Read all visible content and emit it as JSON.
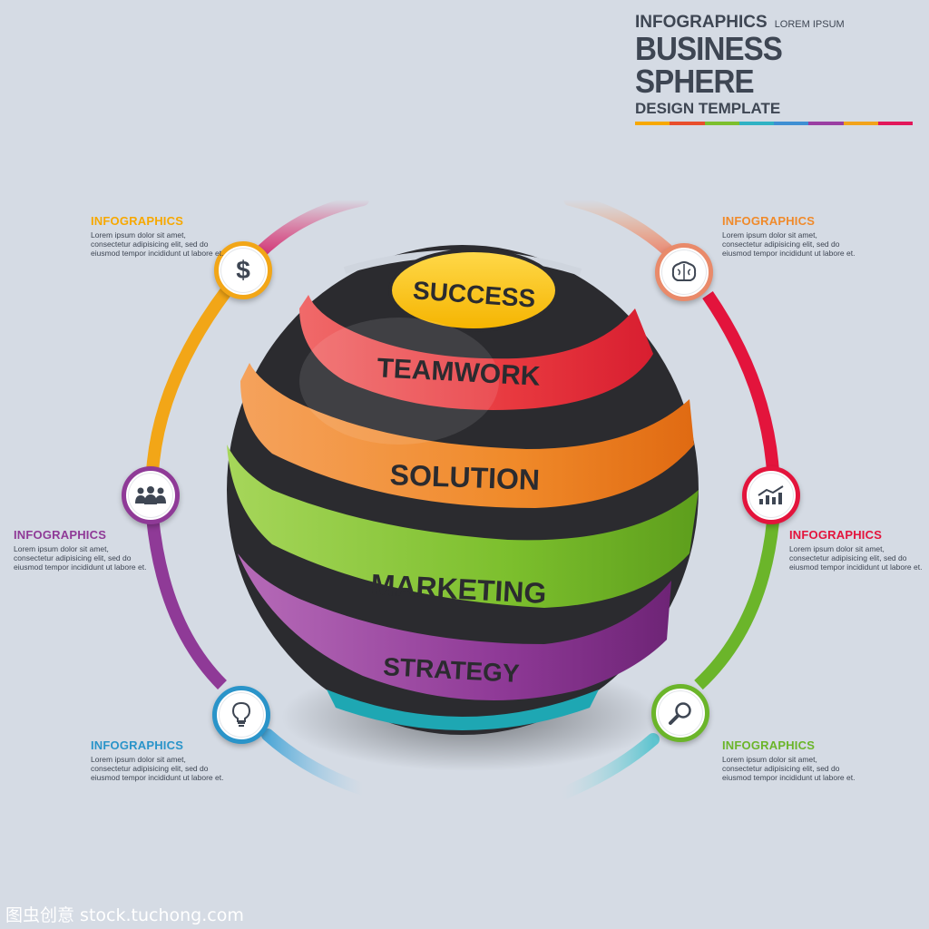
{
  "header": {
    "kicker": "INFOGRAPHICS",
    "kicker_note": "LOREM IPSUM",
    "title": "BUSINESS SPHERE",
    "subtitle": "DESIGN TEMPLATE",
    "bar_colors": [
      "#f7a800",
      "#e94e2b",
      "#7cbf2d",
      "#2fb2c4",
      "#3e8fd3",
      "#9a3ea2",
      "#f2a31b",
      "#e2175a"
    ]
  },
  "sphere_bands": [
    "SUCCESS",
    "TEAMWORK",
    "SOLUTION",
    "MARKETING",
    "STRATEGY"
  ],
  "blocks": [
    {
      "title": "INFOGRAPHICS",
      "text": "Lorem ipsum dolor sit amet, consectetur adipisicing elit, sed do eiusmod tempor incididunt ut labore et.",
      "color": "#f7a800"
    },
    {
      "title": "INFOGRAPHICS",
      "text": "Lorem ipsum dolor sit amet, consectetur adipisicing elit, sed do eiusmod tempor incididunt ut labore et.",
      "color": "#f08a2a"
    },
    {
      "title": "INFOGRAPHICS",
      "text": "Lorem ipsum dolor sit amet, consectetur adipisicing elit, sed do eiusmod tempor incididunt ut labore et.",
      "color": "#8f3a97"
    },
    {
      "title": "INFOGRAPHICS",
      "text": "Lorem ipsum dolor sit amet, consectetur adipisicing elit, sed do eiusmod tempor incididunt ut labore et.",
      "color": "#e3143c"
    },
    {
      "title": "INFOGRAPHICS",
      "text": "Lorem ipsum dolor sit amet, consectetur adipisicing elit, sed do eiusmod tempor incididunt ut labore et.",
      "color": "#2a94c9"
    },
    {
      "title": "INFOGRAPHICS",
      "text": "Lorem ipsum dolor sit amet, consectetur adipisicing elit, sed do eiusmod tempor incididunt ut labore et.",
      "color": "#6bb52a"
    }
  ],
  "icons": [
    "dollar-icon",
    "brain-icon",
    "team-icon",
    "growth-chart-icon",
    "lightbulb-icon",
    "magnifier-icon"
  ],
  "icon_glyphs": {
    "dollar": "$"
  },
  "watermark": "图虫创意 stock.tuchong.com"
}
